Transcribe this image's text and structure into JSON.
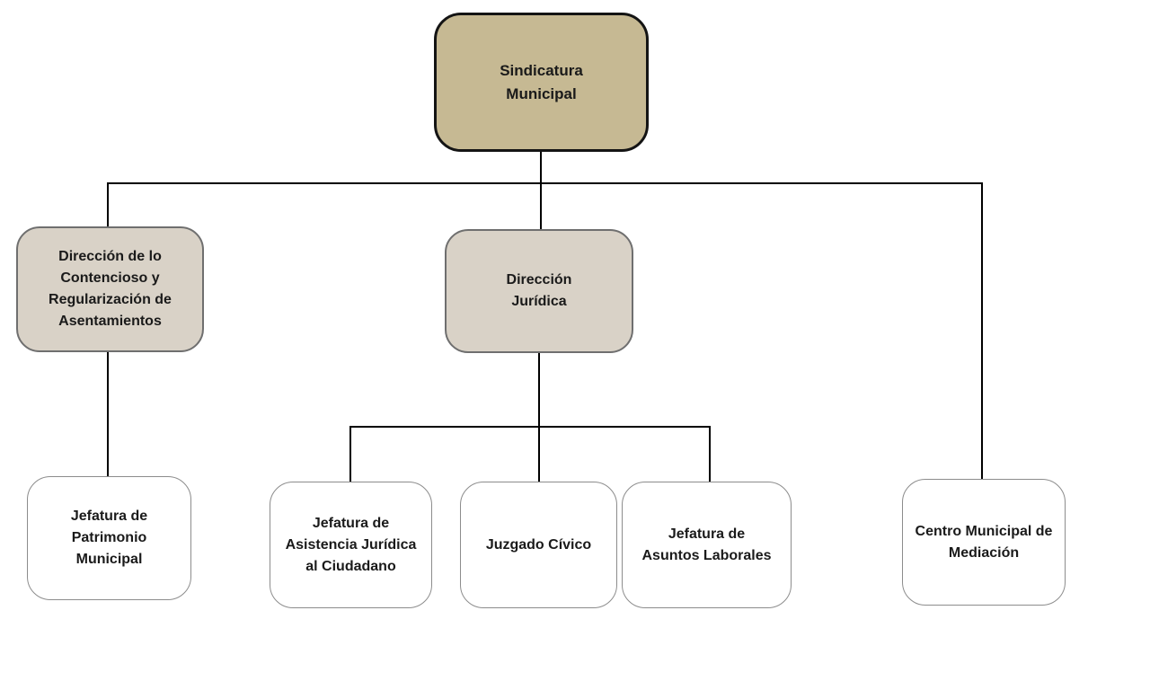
{
  "diagram": {
    "type": "org-chart",
    "root": {
      "id": "sindicatura",
      "label": "Sindicatura\nMunicipal"
    },
    "level2": [
      {
        "id": "contencioso",
        "label": "Dirección de lo\nContencioso y\nRegularización de\nAsentamientos",
        "parent": "sindicatura"
      },
      {
        "id": "juridica",
        "label": "Dirección\nJurídica",
        "parent": "sindicatura"
      }
    ],
    "level3": [
      {
        "id": "patrimonio",
        "label": "Jefatura de\nPatrimonio\nMunicipal",
        "parent": "contencioso"
      },
      {
        "id": "asistencia",
        "label": "Jefatura de\nAsistencia Jurídica\nal Ciudadano",
        "parent": "juridica"
      },
      {
        "id": "juzgado",
        "label": "Juzgado Cívico",
        "parent": "juridica"
      },
      {
        "id": "laborales",
        "label": "Jefatura de\nAsuntos Laborales",
        "parent": "juridica"
      },
      {
        "id": "mediacion",
        "label": "Centro Municipal de\nMediación",
        "parent": "sindicatura"
      }
    ],
    "colors": {
      "root_fill": "#c6b993",
      "root_border": "#141414",
      "level2_fill": "#d9d2c7",
      "level2_border": "#6f6f6f",
      "level3_fill": "#ffffff",
      "level3_border": "#8c8c8c",
      "connector": "#000000",
      "text": "#1a1a1a"
    }
  }
}
